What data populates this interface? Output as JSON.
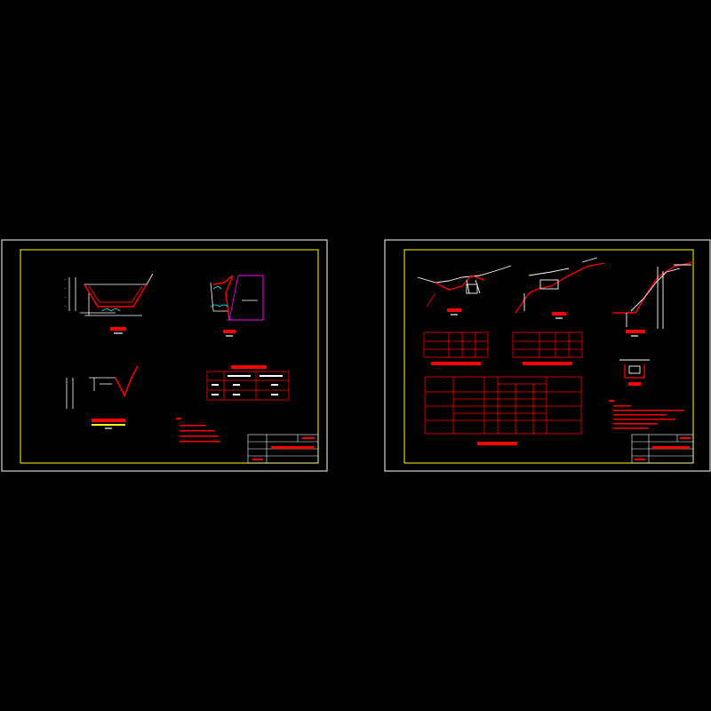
{
  "viewer": {
    "background": "#000000",
    "frame_color": "#ffffff",
    "border_color": "#ffff00",
    "line_red": "#ff0000",
    "line_white": "#ffffff",
    "accent_magenta": "#ff00ff",
    "accent_cyan": "#00ffff"
  },
  "sheets": [
    {
      "id": "sheet-1",
      "drawings": [
        "section-a",
        "section-b",
        "section-c"
      ],
      "tables": [
        "table-small"
      ],
      "notes_marker": "注:"
    },
    {
      "id": "sheet-2",
      "drawings": [
        "profile-1",
        "profile-2",
        "profile-3",
        "detail-1"
      ],
      "tables": [
        "table-left",
        "table-right",
        "table-main"
      ],
      "notes_marker": "注:"
    }
  ]
}
